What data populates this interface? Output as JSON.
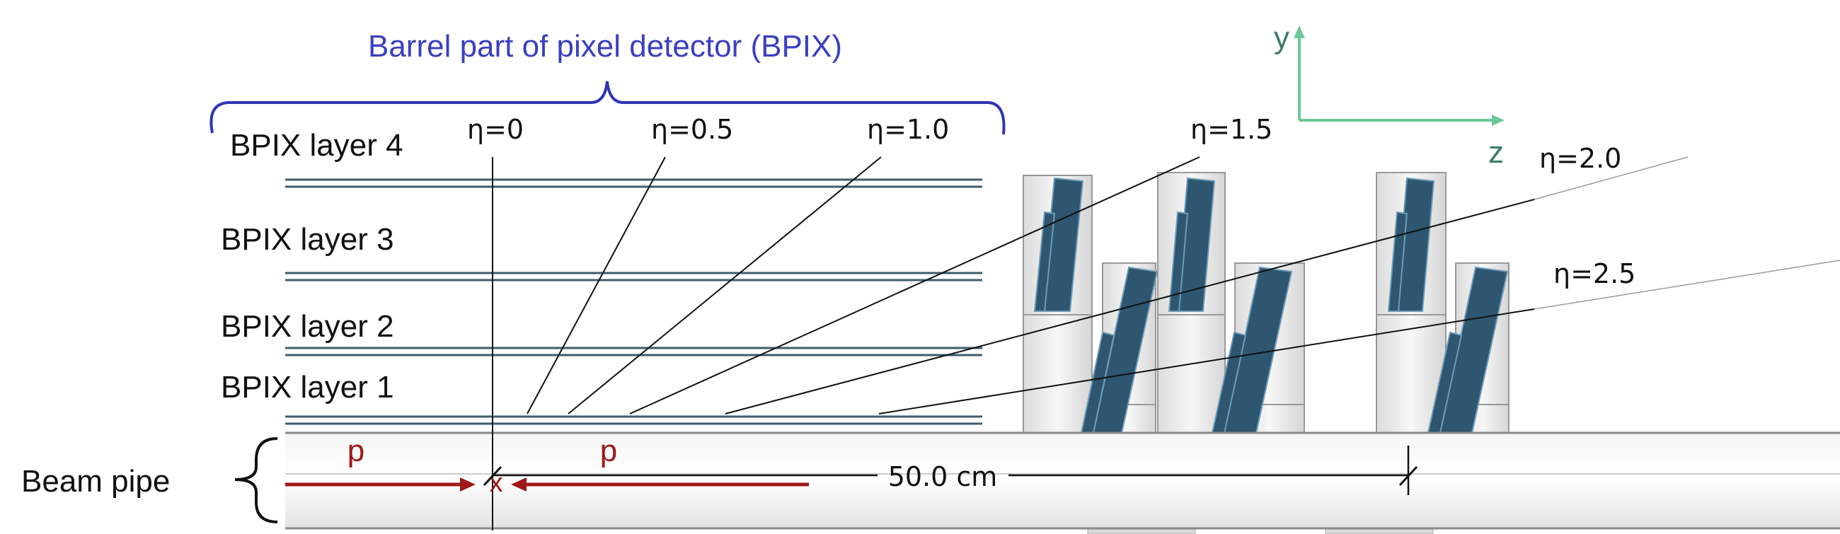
{
  "title": "Barrel part of pixel detector (BPIX)",
  "layers": [
    "BPIX layer 4",
    "BPIX layer 3",
    "BPIX layer 2",
    "BPIX layer 1"
  ],
  "beam_pipe_label": "Beam pipe",
  "proton_label": "p",
  "collision_marker": "x",
  "distance_label": "50.0 cm",
  "axes": {
    "y": "y",
    "z": "z"
  },
  "eta_lines": [
    {
      "label": "η=0",
      "eta": 0.0
    },
    {
      "label": "η=0.5",
      "eta": 0.5
    },
    {
      "label": "η=1.0",
      "eta": 1.0
    },
    {
      "label": "η=1.5",
      "eta": 1.5
    },
    {
      "label": "η=2.0",
      "eta": 2.0
    },
    {
      "label": "η=2.5",
      "eta": 2.5
    }
  ],
  "colors": {
    "title": "#3a3fc2",
    "brace": "#2f35b5",
    "proton": "#a01818",
    "axes": "#6cc79a",
    "module": "#2e5670",
    "layer": "#3e5c6c"
  }
}
